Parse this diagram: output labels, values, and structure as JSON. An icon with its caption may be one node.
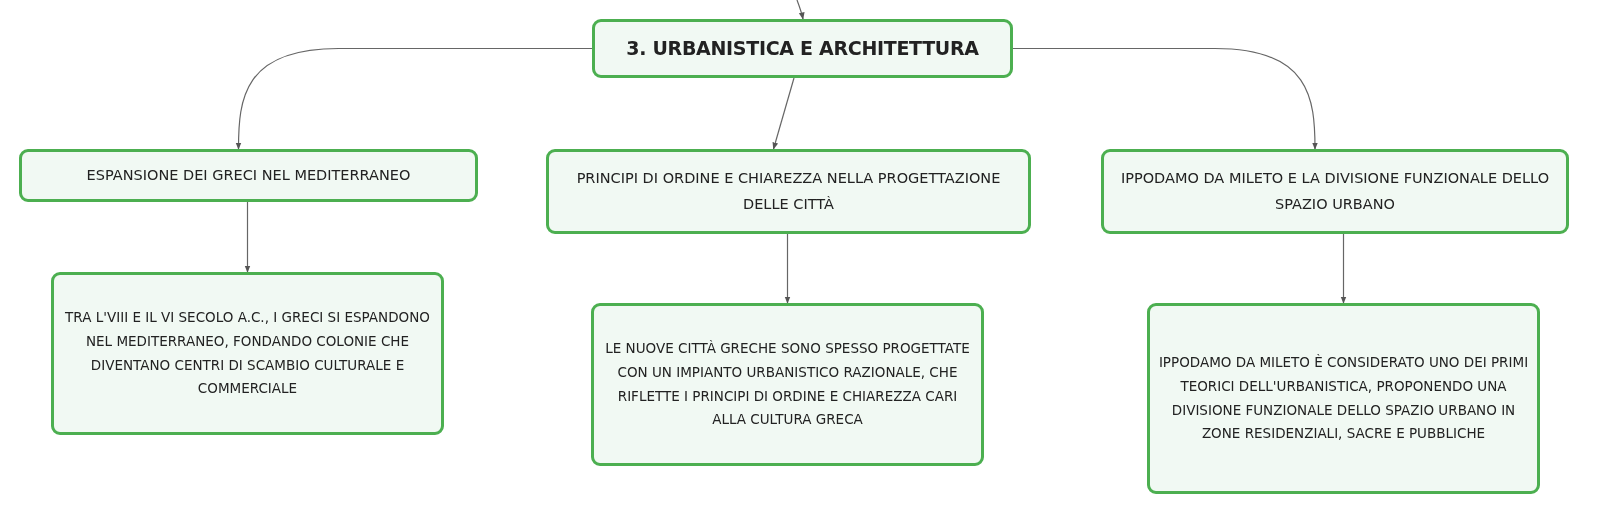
{
  "diagram": {
    "nodes": [
      {
        "text": [
          "3. URBANISTICA E ARCHITETTURA"
        ]
      },
      {
        "text": [
          "ESPANSIONE DEI GRECI NEL MEDITERRANEO"
        ]
      },
      {
        "text": [
          "PRINCIPI DI ORDINE E CHIAREZZA NELLA PROGETTAZIONE DELLE CITTÀ"
        ]
      },
      {
        "text": [
          "IPPODAMO DA MILETO E LA DIVISIONE FUNZIONALE DELLO SPAZIO URBANO"
        ]
      },
      {
        "text": [
          "TRA L'VIII E IL VI SECOLO A.C., I GRECI SI ESPANDONO NEL MEDITERRANEO, FONDANDO COLONIE CHE DIVENTANO CENTRI DI SCAMBIO CULTURALE E COMMERCIALE"
        ]
      },
      {
        "text": [
          "LE NUOVE CITTÀ GRECHE SONO SPESSO PROGETTATE CON UN IMPIANTO URBANISTICO RAZIONALE, CHE RIFLETTE I PRINCIPI DI ORDINE E CHIAREZZA CARI ALLA CULTURA GRECA"
        ]
      },
      {
        "text": [
          "IPPODAMO DA MILETO È CONSIDERATO UNO DEI PRIMI TEORICI DELL'URBANISTICA, PROPONENDO UNA DIVISIONE FUNZIONALE DELLO SPAZIO URBANO IN ZONE RESIDENZIALI, SACRE E PUBBLICHE"
        ]
      }
    ],
    "edges": [
      {
        "from": null,
        "to": 0,
        "arrow": "to"
      },
      {
        "from": 0,
        "to": 1,
        "arrow": "to"
      },
      {
        "from": 0,
        "to": 2,
        "arrow": "to"
      },
      {
        "from": 0,
        "to": 3,
        "arrow": "to"
      },
      {
        "from": 1,
        "to": 4,
        "arrow": "to"
      },
      {
        "from": 2,
        "to": 5,
        "arrow": "to"
      },
      {
        "from": 3,
        "to": 6,
        "arrow": "to"
      }
    ]
  }
}
